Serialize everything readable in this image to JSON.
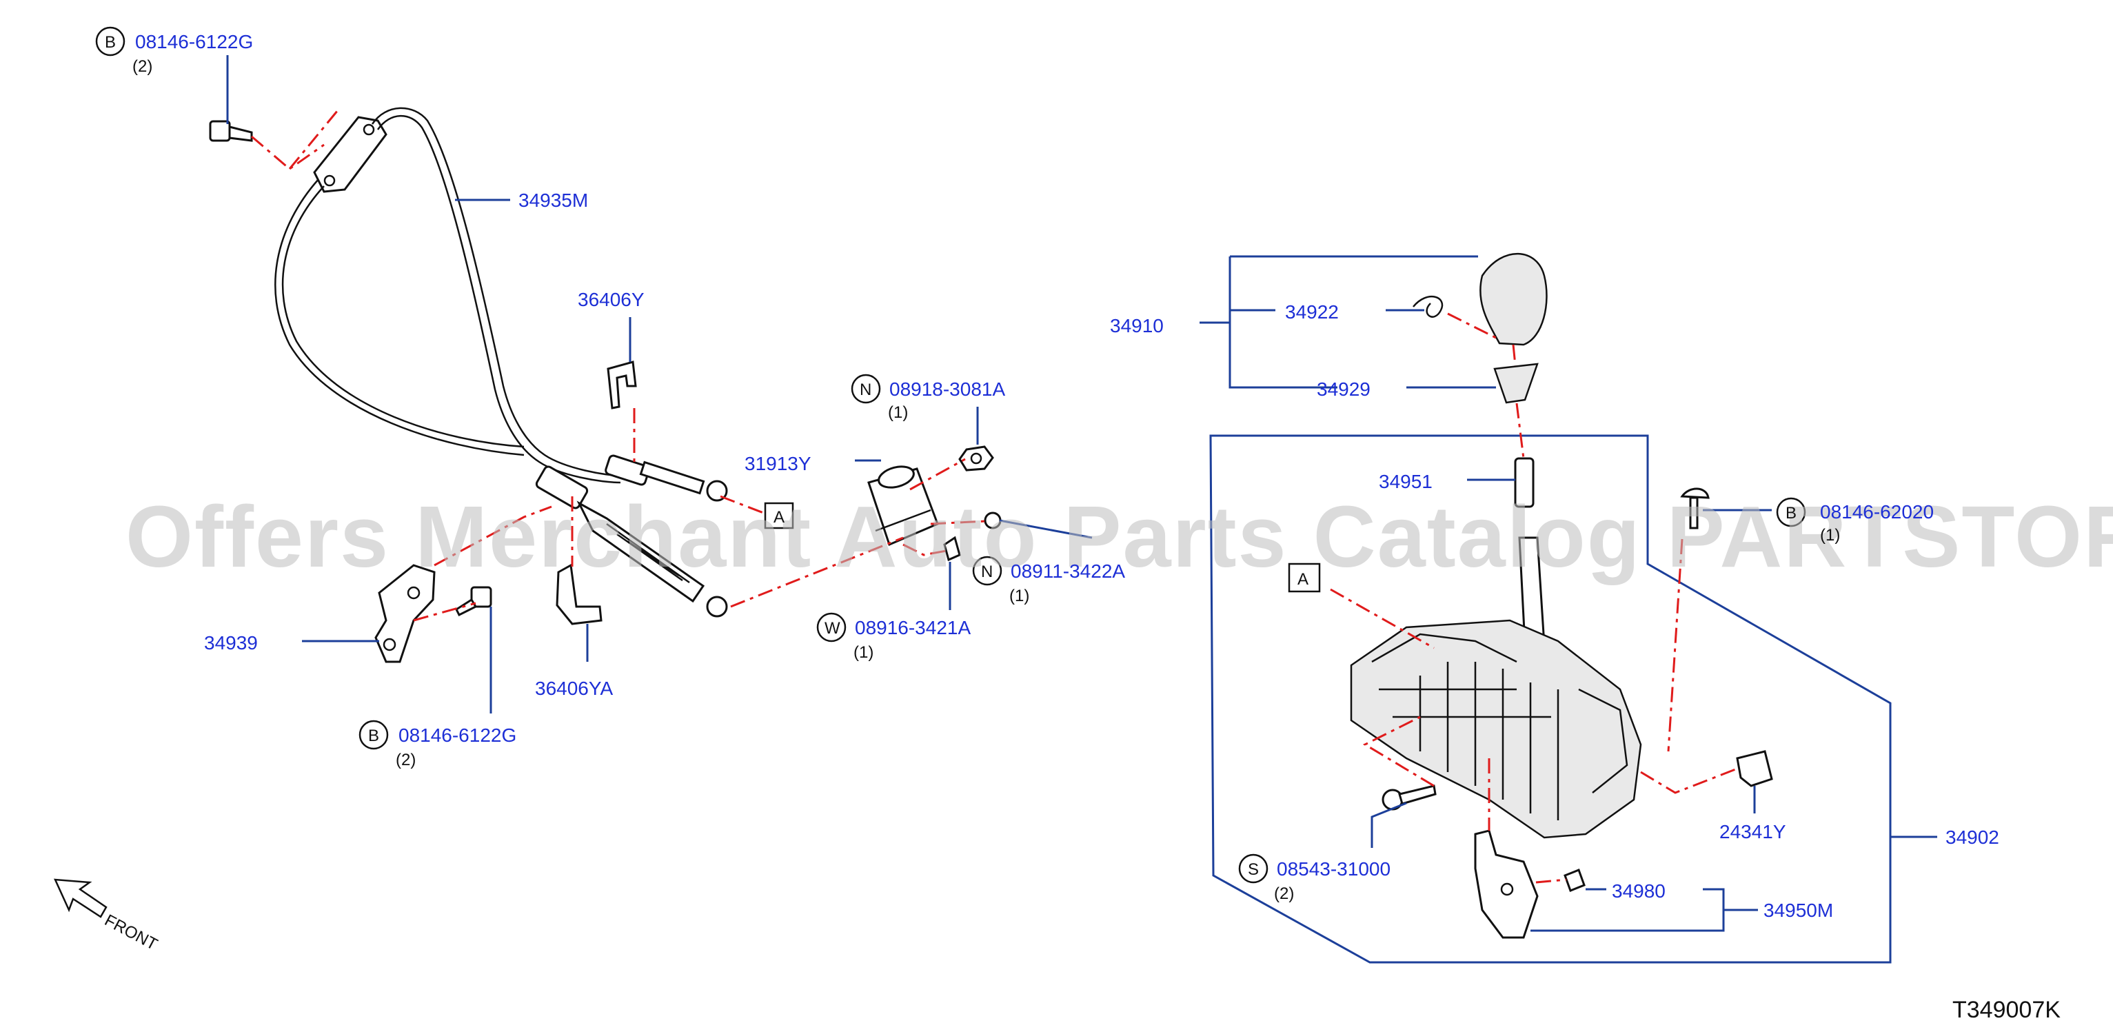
{
  "watermark": "Offers Merchant Auto Parts Catalog PARTSTORE.SA",
  "diagram_id": "T349007K",
  "front_label": "FRONT",
  "ref_a_label": "A",
  "colors": {
    "part_number": "#1d2fd6",
    "leader": "#1c3f9a",
    "centerline": "#e01b1b",
    "outline": "#111111"
  },
  "parts": {
    "bolt_top": {
      "code": "B",
      "number": "08146-6122G",
      "qty": "(2)"
    },
    "cable": {
      "number": "34935M"
    },
    "clip_upper": {
      "number": "36406Y"
    },
    "clip_lower": {
      "number": "36406YA"
    },
    "bracket": {
      "number": "34939"
    },
    "bolt_bottom": {
      "code": "B",
      "number": "08146-6122G",
      "qty": "(2)"
    },
    "nut_top": {
      "code": "N",
      "number": "08918-3081A",
      "qty": "(1)"
    },
    "bushing": {
      "number": "31913Y"
    },
    "nut_mid": {
      "code": "N",
      "number": "08911-3422A",
      "qty": "(1)"
    },
    "washer": {
      "code": "W",
      "number": "08916-3421A",
      "qty": "(1)"
    },
    "knob_assy": {
      "number": "34910"
    },
    "knob_clip": {
      "number": "34922"
    },
    "knob_boot": {
      "number": "34929"
    },
    "lever_rod": {
      "number": "34951"
    },
    "screw_right": {
      "code": "B",
      "number": "08146-62020",
      "qty": "(1)"
    },
    "screw_low": {
      "code": "S",
      "number": "08543-31000",
      "qty": "(2)"
    },
    "cover": {
      "number": "24341Y"
    },
    "shifter": {
      "number": "34902"
    },
    "lock_sw": {
      "number": "34980"
    },
    "lock_unit": {
      "number": "34950M"
    }
  }
}
